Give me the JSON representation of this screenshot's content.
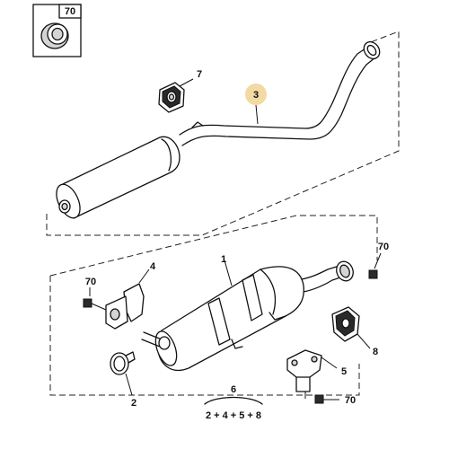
{
  "callouts": {
    "inset": "70",
    "intermediate_pipe": "3",
    "top_mount": "7",
    "rear_silencer": "1",
    "bracket_front": "4",
    "nut_left": "70",
    "clamp": "2",
    "clamp_rear": "70",
    "hanger": "8",
    "bracket_rear": "5",
    "nut_bottom": "70",
    "kit": "6",
    "kit_contents": "2 + 4 + 5 + 8"
  },
  "highlight_color": "#f3d9a4"
}
